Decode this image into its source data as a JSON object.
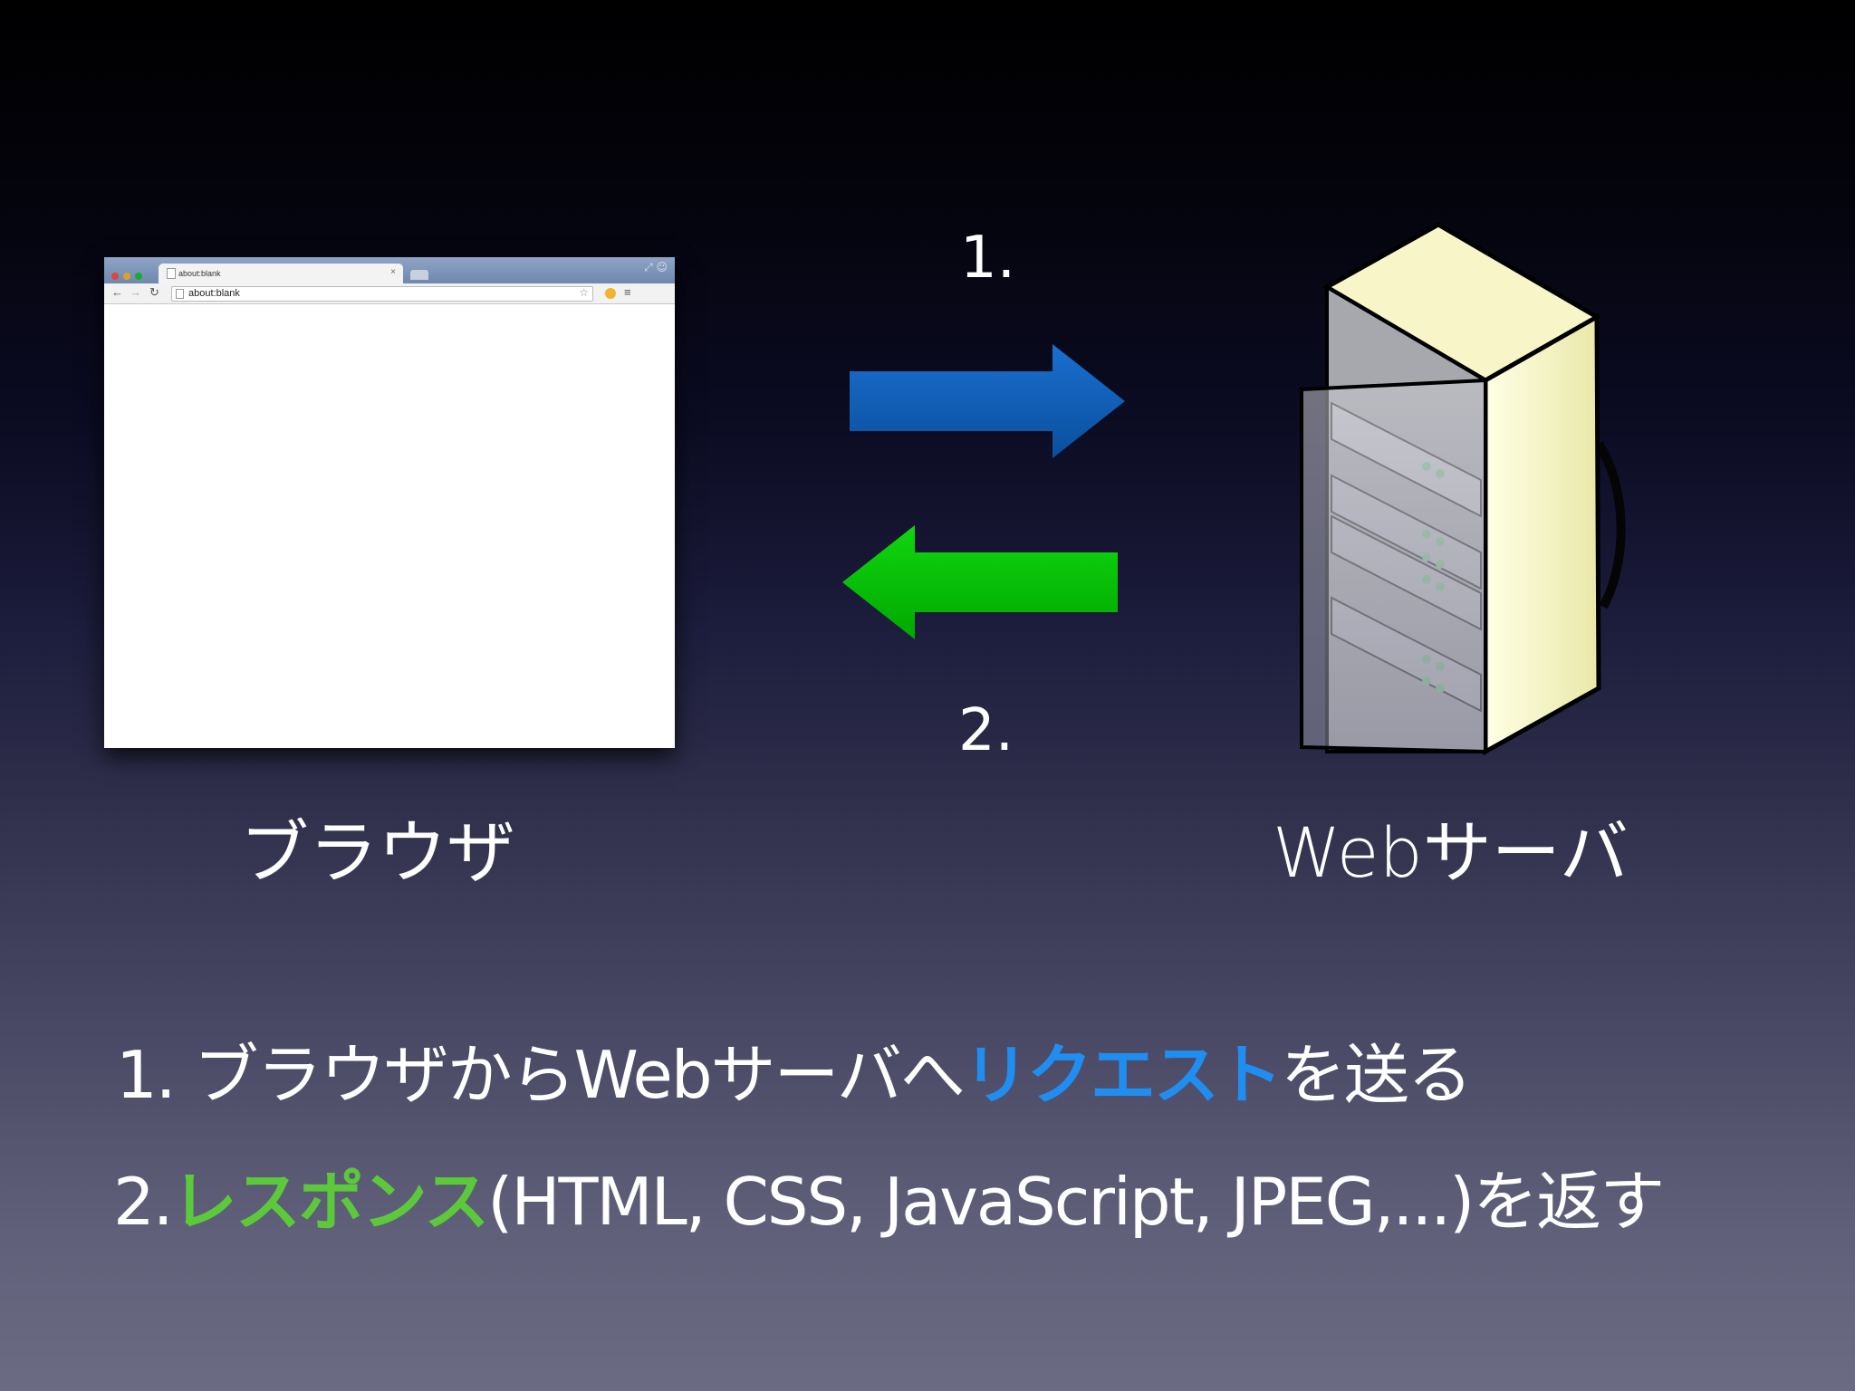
{
  "browser_window": {
    "tab_title": "about:blank",
    "tab_close": "×",
    "address": "about:blank"
  },
  "labels": {
    "browser": "ブラウザ",
    "server": "Webサーバ"
  },
  "arrows": {
    "request_number": "1.",
    "response_number": "2.",
    "request_color": "#0a5bb5",
    "response_color": "#00c400"
  },
  "captions": {
    "line1": {
      "prefix": "1.  ブラウザからWebサーバへ",
      "highlight": "リクエスト",
      "highlight_color": "#1f8ef0",
      "suffix": "を送る"
    },
    "line2": {
      "prefix": "2.",
      "highlight": "レスポンス",
      "highlight_color": "#5cc93a",
      "suffix": "(HTML, CSS, JavaScript, JPEG,...)を返す"
    }
  }
}
